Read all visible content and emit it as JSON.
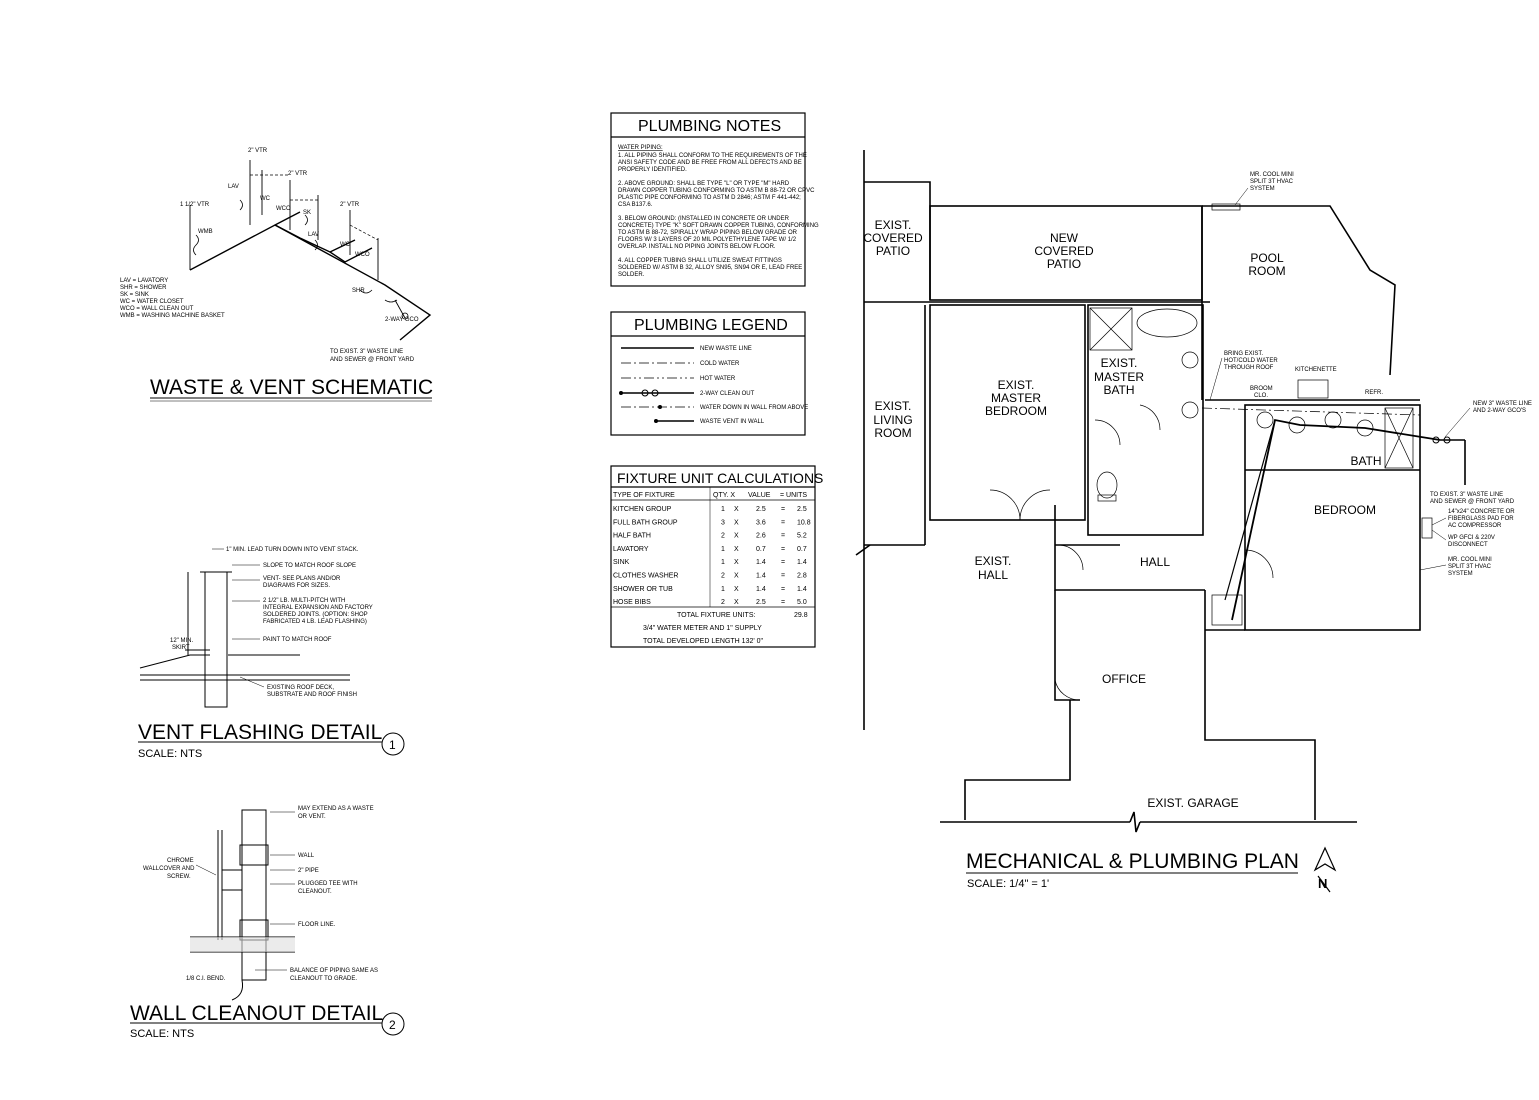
{
  "waste_vent": {
    "title": "WASTE & VENT SCHEMATIC",
    "labels": {
      "vtr_2_a": "2\" VTR",
      "vtr_2_b": "2\" VTR",
      "vtr_2_c": "2\" VTR",
      "vtr_15": "1 1/2\" VTR",
      "lav1": "LAV",
      "lav2": "LAV",
      "wc1": "WC",
      "wc2": "WC",
      "wco1": "WCO",
      "wco2": "WCO",
      "wmb": "WMB",
      "sk": "SK",
      "shr": "SHR",
      "gco": "2-WAY GCO",
      "to_exist": "TO EXIST. 3\" WASTE LINE",
      "to_exist2": "AND SEWER @ FRONT YARD"
    },
    "legend": [
      "LAV = LAVATORY",
      "SHR = SHOWER",
      "SK = SINK",
      "WC = WATER CLOSET",
      "WCO = WALL CLEAN OUT",
      "WMB = WASHING MACHINE BASKET"
    ]
  },
  "vent_flashing": {
    "title": "VENT FLASHING DETAIL",
    "number": "1",
    "scale": "SCALE: NTS",
    "notes": [
      "1\" MIN. LEAD TURN DOWN INTO VENT STACK.",
      "SLOPE TO MATCH ROOF SLOPE",
      "VENT- SEE PLANS AND/OR",
      "DIAGRAMS FOR SIZES.",
      "2 1/2\" LB. MULTI-PITCH WITH",
      "INTEGRAL EXPANSION AND FACTORY",
      "SOLDERED JOINTS. (OPTION: SHOP",
      "FABRICATED 4 LB. LEAD FLASHING)",
      "PAINT TO MATCH ROOF",
      "EXISTING ROOF DECK,",
      "SUBSTRATE AND ROOF FINISH"
    ],
    "dim_min": "12\" MIN.",
    "skirt": "SKIRT"
  },
  "wall_cleanout": {
    "title": "WALL CLEANOUT DETAIL",
    "number": "2",
    "scale": "SCALE: NTS",
    "notes": [
      "MAY EXTEND AS A WASTE",
      "OR VENT.",
      "WALL",
      "2\" PIPE",
      "PLUGGED TEE WITH",
      "CLEANOUT.",
      "FLOOR LINE.",
      "BALANCE OF PIPING SAME AS",
      "CLEANOUT TO GRADE."
    ],
    "left_notes": [
      "CHROME",
      "WALLCOVER AND",
      "SCREW."
    ],
    "bend": "1/8 C.I. BEND."
  },
  "plumbing_notes": {
    "title": "PLUMBING NOTES",
    "heading": "WATER PIPING:",
    "lines": [
      "1. ALL PIPING SHALL CONFORM TO THE REQUIREMENTS OF THE",
      "ANSI SAFETY CODE AND BE FREE FROM ALL DEFECTS AND BE",
      "PROPERLY IDENTIFIED.",
      "",
      "2. ABOVE GROUND: SHALL BE TYPE \"L\" OR TYPE \"M\" HARD",
      "DRAWN COPPER TUBING CONFORMING TO ASTM B 88-72 OR CPVC",
      "PLASTIC PIPE CONFORMING TO ASTM D 2846; ASTM F 441-442;",
      "CSA B137.6.",
      "",
      "3. BELOW GROUND: (INSTALLED IN CONCRETE OR UNDER",
      "CONCRETE) TYPE \"K\" SOFT DRAWN COPPER TUBING, CONFORMING",
      "TO ASTM B 88-72, SPIRALLY WRAP PIPING BELOW GRADE OR",
      "FLOORS W/ 3 LAYERS OF 20 MIL POLYETHYLENE TAPE W/ 1/2",
      "OVERLAP.  INSTALL NO PIPING JOINTS BELOW FLOOR.",
      "",
      "4. ALL COPPER TUBING SHALL UTILIZE SWEAT FITTINGS",
      "SOLDERED W/ ASTM B 32, ALLOY SN95, SN94 OR E, LEAD FREE",
      "SOLDER."
    ]
  },
  "plumbing_legend": {
    "title": "PLUMBING LEGEND",
    "items": [
      "NEW WASTE LINE",
      "COLD WATER",
      "HOT WATER",
      "2-WAY CLEAN OUT",
      "WATER DOWN IN WALL FROM ABOVE",
      "WASTE VENT IN WALL"
    ]
  },
  "fixture_units": {
    "title": "FIXTURE UNIT CALCULATIONS",
    "headers": [
      "TYPE OF FIXTURE",
      "QTY. X",
      "VALUE",
      "= UNITS"
    ],
    "rows": [
      {
        "fixture": "KITCHEN GROUP",
        "qty": "1",
        "x": "X",
        "value": "2.5",
        "eq": "=",
        "units": "2.5"
      },
      {
        "fixture": "FULL BATH GROUP",
        "qty": "3",
        "x": "X",
        "value": "3.6",
        "eq": "=",
        "units": "10.8"
      },
      {
        "fixture": "HALF BATH",
        "qty": "2",
        "x": "X",
        "value": "2.6",
        "eq": "=",
        "units": "5.2"
      },
      {
        "fixture": "LAVATORY",
        "qty": "1",
        "x": "X",
        "value": "0.7",
        "eq": "=",
        "units": "0.7"
      },
      {
        "fixture": "SINK",
        "qty": "1",
        "x": "X",
        "value": "1.4",
        "eq": "=",
        "units": "1.4"
      },
      {
        "fixture": "CLOTHES WASHER",
        "qty": "2",
        "x": "X",
        "value": "1.4",
        "eq": "=",
        "units": "2.8"
      },
      {
        "fixture": "SHOWER OR TUB",
        "qty": "1",
        "x": "X",
        "value": "1.4",
        "eq": "=",
        "units": "1.4"
      },
      {
        "fixture": "HOSE BIBS",
        "qty": "2",
        "x": "X",
        "value": "2.5",
        "eq": "=",
        "units": "5.0"
      }
    ],
    "total_label": "TOTAL FIXTURE UNITS:",
    "total_value": "29.8",
    "meter": "3/4\" WATER METER AND 1\" SUPPLY",
    "length": "TOTAL DEVELOPED LENGTH 132' 0\""
  },
  "plan": {
    "title": "MECHANICAL & PLUMBING PLAN",
    "scale": "SCALE: 1/4\" = 1'",
    "north": "N",
    "rooms": {
      "exist_covered_patio": [
        "EXIST.",
        "COVERED",
        "PATIO"
      ],
      "new_covered_patio": [
        "NEW",
        "COVERED",
        "PATIO"
      ],
      "pool_room": [
        "POOL",
        "ROOM"
      ],
      "exist_living_room": [
        "EXIST.",
        "LIVING",
        "ROOM"
      ],
      "exist_master_bedroom": [
        "EXIST.",
        "MASTER",
        "BEDROOM"
      ],
      "exist_master_bath": [
        "EXIST.",
        "MASTER",
        "BATH"
      ],
      "bath": [
        "BATH"
      ],
      "bedroom": [
        "BEDROOM"
      ],
      "exist_hall": [
        "EXIST.",
        "HALL"
      ],
      "hall": [
        "HALL"
      ],
      "office": [
        "OFFICE"
      ],
      "exist_garage": [
        "EXIST.  GARAGE"
      ]
    },
    "small_labels": {
      "broom": "BROOM",
      "clo": "CLO.",
      "kitchenette": "KITCHENETTE",
      "refr": "REFR."
    },
    "notes": {
      "mr_cool_top": [
        "MR. COOL MINI",
        "SPLIT 3T HVAC",
        "SYSTEM"
      ],
      "bring_exist": [
        "BRING EXIST.",
        "HOT/COLD WATER",
        "THROUGH ROOF"
      ],
      "new_waste": [
        "NEW 3\" WASTE LINE",
        "AND 2-WAY GCO'S"
      ],
      "to_exist_right": [
        "TO EXIST. 3\" WASTE LINE",
        "AND SEWER @ FRONT YARD"
      ],
      "pad": [
        "14\"x24\" CONCRETE OR",
        "FIBERGLASS PAD FOR",
        "AC COMPRESSOR"
      ],
      "gfci": [
        "WP GFCI & 220V",
        "DISCONNECT"
      ],
      "mr_cool_bottom": [
        "MR. COOL MINI",
        "SPLIT 3T HVAC",
        "SYSTEM"
      ]
    }
  }
}
